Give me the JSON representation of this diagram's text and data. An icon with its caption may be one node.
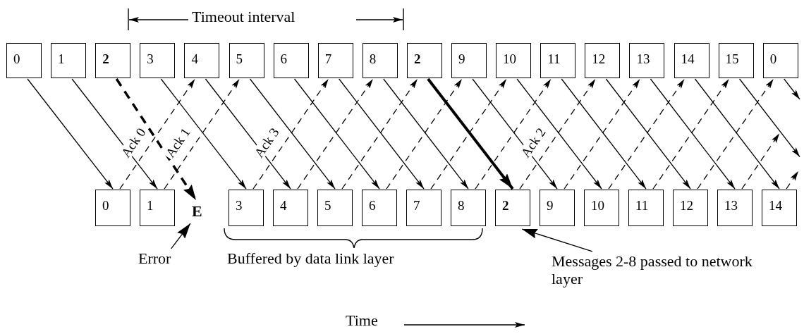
{
  "diagram": {
    "nodes": [
      {
        "text": [
          "0"
        ]
      },
      {
        "text": [
          "1"
        ]
      },
      {
        "text": [
          "2"
        ]
      },
      {
        "text": [
          "3"
        ]
      },
      {
        "text": [
          "4"
        ]
      },
      {
        "text": [
          "5"
        ]
      },
      {
        "text": [
          "6"
        ]
      },
      {
        "text": [
          "7"
        ]
      },
      {
        "text": [
          "8"
        ]
      },
      {
        "text": [
          "2"
        ]
      },
      {
        "text": [
          "9"
        ]
      },
      {
        "text": [
          "10"
        ]
      },
      {
        "text": [
          "11"
        ]
      },
      {
        "text": [
          "12"
        ]
      },
      {
        "text": [
          "13"
        ]
      },
      {
        "text": [
          "14"
        ]
      },
      {
        "text": [
          "15"
        ]
      },
      {
        "text": [
          "0"
        ]
      },
      {
        "text": [
          "0"
        ]
      },
      {
        "text": [
          "1"
        ]
      },
      {
        "text": [
          "E"
        ]
      },
      {
        "text": [
          "3"
        ]
      },
      {
        "text": [
          "4"
        ]
      },
      {
        "text": [
          "5"
        ]
      },
      {
        "text": [
          "6"
        ]
      },
      {
        "text": [
          "7"
        ]
      },
      {
        "text": [
          "8"
        ]
      },
      {
        "text": [
          "2"
        ]
      },
      {
        "text": [
          "9"
        ]
      },
      {
        "text": [
          "10"
        ]
      },
      {
        "text": [
          "11"
        ]
      },
      {
        "text": [
          "12"
        ]
      },
      {
        "text": [
          "13"
        ]
      },
      {
        "text": [
          "14"
        ]
      },
      {
        "text": [
          "Error"
        ]
      },
      {
        "text": [
          "Messages 2-8 passed to network layer"
        ]
      }
    ],
    "edges": [
      {
        "from": 0,
        "to": 18,
        "arrow": "to"
      },
      {
        "from": 1,
        "to": 19,
        "arrow": "to"
      },
      {
        "from": 2,
        "to": 20,
        "arrow": "to",
        "style": "dashed"
      },
      {
        "from": 3,
        "to": 21,
        "arrow": "to"
      },
      {
        "from": 4,
        "to": 22,
        "arrow": "to"
      },
      {
        "from": 5,
        "to": 23,
        "arrow": "to"
      },
      {
        "from": 6,
        "to": 24,
        "arrow": "to"
      },
      {
        "from": 7,
        "to": 25,
        "arrow": "to"
      },
      {
        "from": 8,
        "to": 26,
        "arrow": "to"
      },
      {
        "from": 9,
        "to": 27,
        "arrow": "to",
        "style": "thick"
      },
      {
        "from": 10,
        "to": 28,
        "arrow": "to"
      },
      {
        "from": 11,
        "to": 29,
        "arrow": "to"
      },
      {
        "from": 12,
        "to": 30,
        "arrow": "to"
      },
      {
        "from": 13,
        "to": 31,
        "arrow": "to"
      },
      {
        "from": 14,
        "to": 32,
        "arrow": "to"
      },
      {
        "from": 15,
        "to": 33,
        "arrow": "to"
      },
      {
        "from": 16,
        "to": null,
        "arrow": "to"
      },
      {
        "from": 17,
        "to": null,
        "arrow": "to"
      },
      {
        "from": 18,
        "to": 4,
        "arrow": "to",
        "style": "dashed",
        "label": "Ack 0"
      },
      {
        "from": 19,
        "to": 5,
        "arrow": "to",
        "style": "dashed",
        "label": "Ack 1"
      },
      {
        "from": 21,
        "to": 7,
        "arrow": "to",
        "style": "dashed",
        "label": "Ack 3"
      },
      {
        "from": 22,
        "to": 8,
        "arrow": "to",
        "style": "dashed"
      },
      {
        "from": 23,
        "to": 9,
        "arrow": "to",
        "style": "dashed"
      },
      {
        "from": 24,
        "to": 10,
        "arrow": "to",
        "style": "dashed"
      },
      {
        "from": 25,
        "to": 11,
        "arrow": "to",
        "style": "dashed"
      },
      {
        "from": 26,
        "to": 12,
        "arrow": "to",
        "style": "dashed"
      },
      {
        "from": 27,
        "to": 13,
        "arrow": "to",
        "style": "dashed",
        "label": "Ack 2"
      },
      {
        "from": 28,
        "to": 14,
        "arrow": "to",
        "style": "dashed"
      },
      {
        "from": 29,
        "to": 15,
        "arrow": "to",
        "style": "dashed"
      },
      {
        "from": 30,
        "to": 16,
        "arrow": "to",
        "style": "dashed"
      },
      {
        "from": 31,
        "to": 17,
        "arrow": "to",
        "style": "dashed"
      },
      {
        "from": 32,
        "to": null,
        "arrow": "to",
        "style": "dashed"
      },
      {
        "from": 33,
        "to": null,
        "arrow": "to",
        "style": "dashed"
      },
      {
        "from": 34,
        "to": 20,
        "arrow": "to"
      },
      {
        "from": 35,
        "to": 27,
        "arrow": "to"
      }
    ],
    "labels": [
      "Timeout interval",
      "Buffered by data link layer",
      "Time"
    ]
  }
}
